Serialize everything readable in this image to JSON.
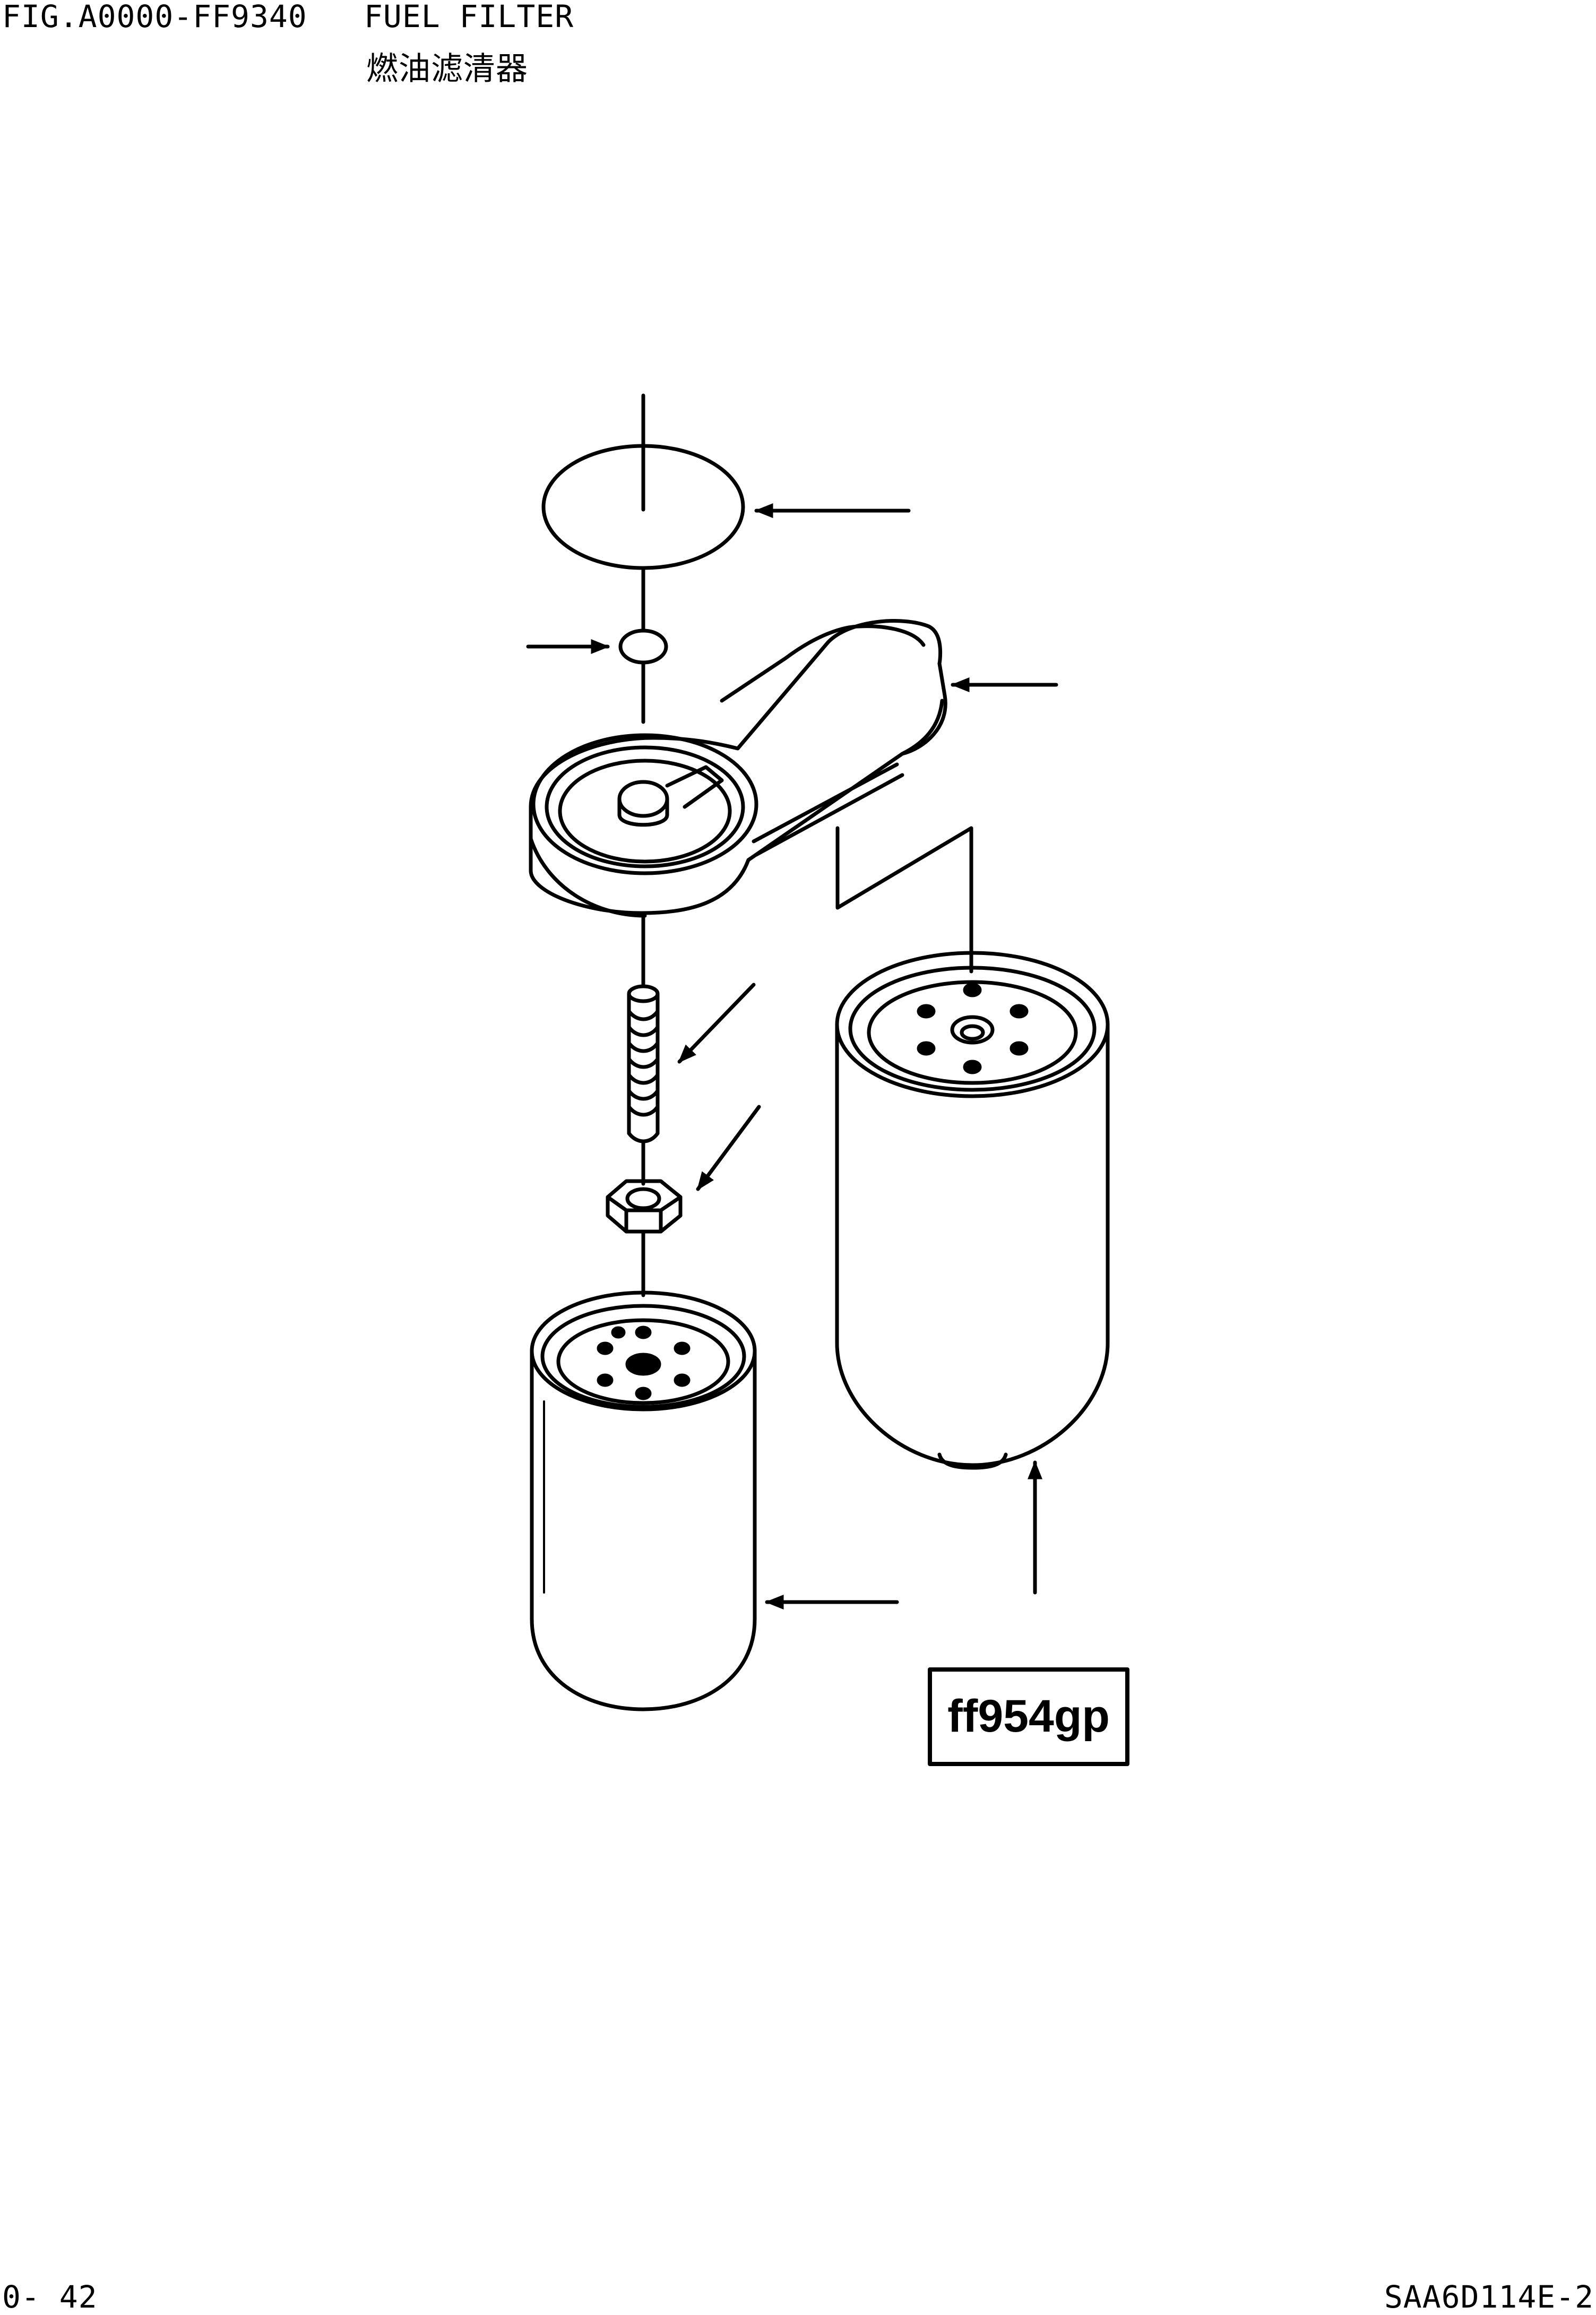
{
  "header": {
    "figure_code": "FIG.A0000-FF9340",
    "title_en": "FUEL FILTER",
    "title_cn": "燃油滤清器"
  },
  "footer": {
    "page_number": "0- 42",
    "model_code": "SAA6D114E-2"
  },
  "diagram": {
    "part_label": "ff954gp",
    "stroke_color": "#000000",
    "background_color": "#ffffff"
  }
}
